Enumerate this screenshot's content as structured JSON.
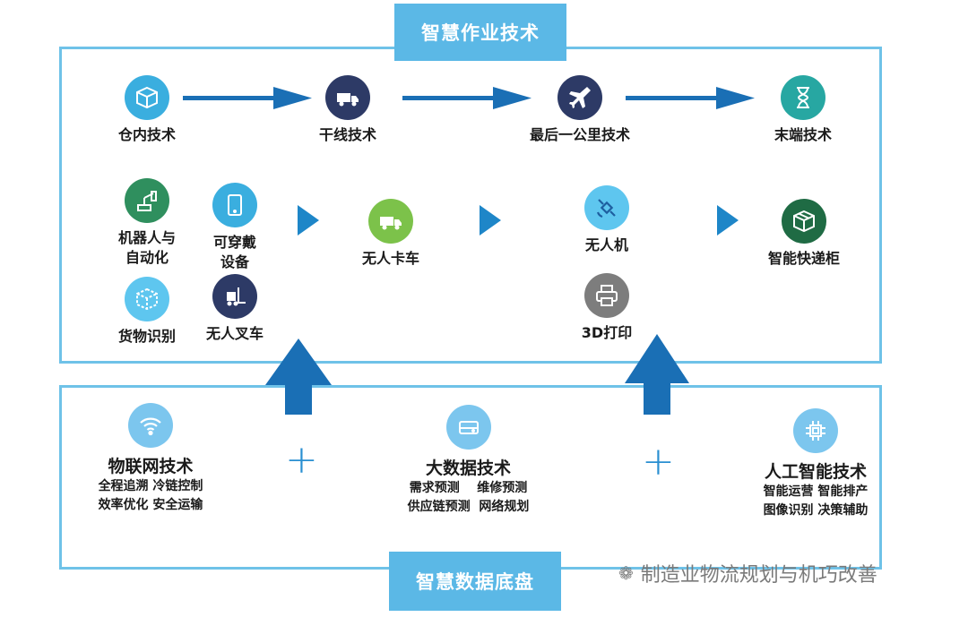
{
  "top_title": "智慧作业技术",
  "bottom_title": "智慧数据底盘",
  "stages": [
    {
      "label": "仓内技术",
      "icon": "box-icon"
    },
    {
      "label": "干线技术",
      "icon": "truck-icon"
    },
    {
      "label": "最后一公里技术",
      "icon": "airplane-icon"
    },
    {
      "label": "末端技术",
      "icon": "hourglass-icon"
    }
  ],
  "tech_items": {
    "robot": "机器人与\n自动化",
    "wearable": "可穿戴\n设备",
    "goods_recognition": "货物识别",
    "forklift": "无人叉车",
    "truck": "无人卡车",
    "drone": "无人机",
    "print3d": "3D打印",
    "locker": "智能快递柜"
  },
  "foundations": [
    {
      "title": "物联网技术",
      "lines": [
        "全程追溯  冷链控制",
        "效率优化  安全运输"
      ],
      "icon": "wifi-icon"
    },
    {
      "title": "大数据技术",
      "lines": [
        "需求预测    维修预测",
        "供应链预测  网络规划"
      ],
      "icon": "storage-icon"
    },
    {
      "title": "人工智能技术",
      "lines": [
        "智能运营 智能排产",
        "图像识别 决策辅助"
      ],
      "icon": "chip-icon"
    }
  ],
  "plus_sign": "+",
  "watermark": "制造业物流规划与机巧改善",
  "colors": {
    "frame": "#6fc2e8",
    "title_bg": "#5bb8e6",
    "arrow": "#1a6fb5",
    "plus": "#2a8fd1"
  }
}
